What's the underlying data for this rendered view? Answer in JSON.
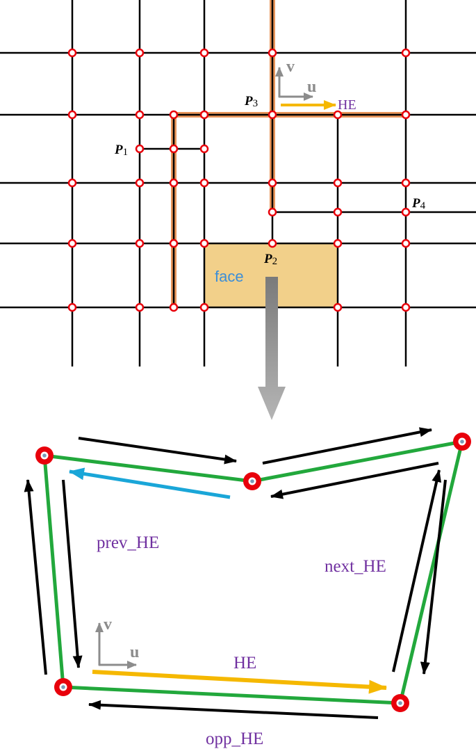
{
  "colors": {
    "grid": "#000000",
    "vertex": "#e8000b",
    "highlight_path": "#e8955a",
    "half_edge": "#f5b800",
    "face_fill": "#f2d08a",
    "big_arrow": "#909090",
    "axes": "#8c8c8c",
    "cycle_edge": "#22a83c",
    "prev_arrow": "#1aa6d8",
    "label_purple": "#7030a0",
    "face_label": "#3b8ed8"
  },
  "grid": {
    "points": [
      {
        "name": "P",
        "sub": "1"
      },
      {
        "name": "P",
        "sub": "2"
      },
      {
        "name": "P",
        "sub": "3"
      },
      {
        "name": "P",
        "sub": "4"
      }
    ],
    "axis_v": "v",
    "axis_u": "u",
    "he_label": "HE",
    "face_label": "face"
  },
  "cycle": {
    "axis_v": "v",
    "axis_u": "u",
    "he_label": "HE",
    "prev_label": "prev_HE",
    "next_label": "next_HE",
    "opp_label": "opp_HE"
  }
}
